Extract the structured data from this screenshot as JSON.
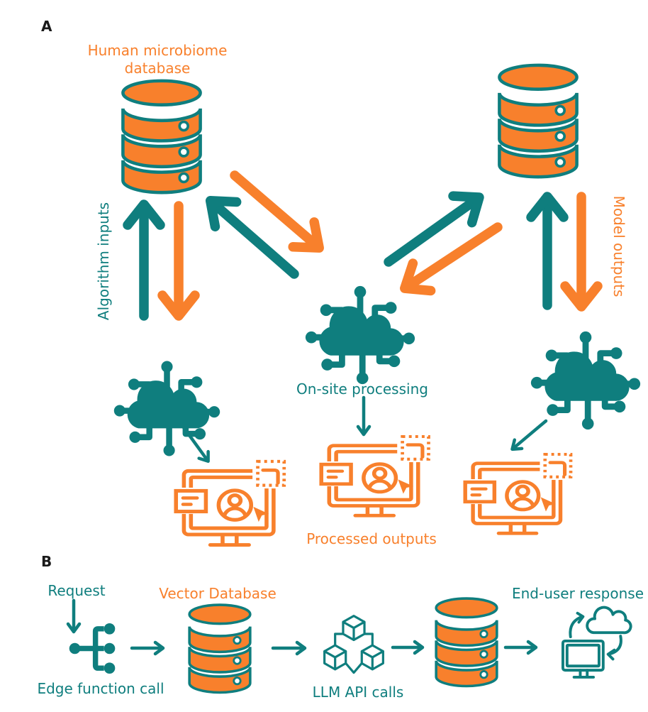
{
  "colors": {
    "teal": "#0F7E7E",
    "orange": "#F8802C",
    "ink": "#1A1A1A",
    "bg": "#FFFFFF"
  },
  "panel_a": {
    "label": "A",
    "database_label_line1": "Human microbiome",
    "database_label_line2": "database",
    "algorithm_inputs_label": "Algorithm inputs",
    "model_outputs_label": "Model outputs",
    "onsite_processing_label": "On-site processing",
    "processed_outputs_label": "Processed outputs"
  },
  "panel_b": {
    "label": "B",
    "request_label": "Request",
    "edge_function_call_label": "Edge function call",
    "vector_database_label": "Vector Database",
    "llm_api_calls_label": "LLM API calls",
    "end_user_response_label": "End-user response"
  }
}
